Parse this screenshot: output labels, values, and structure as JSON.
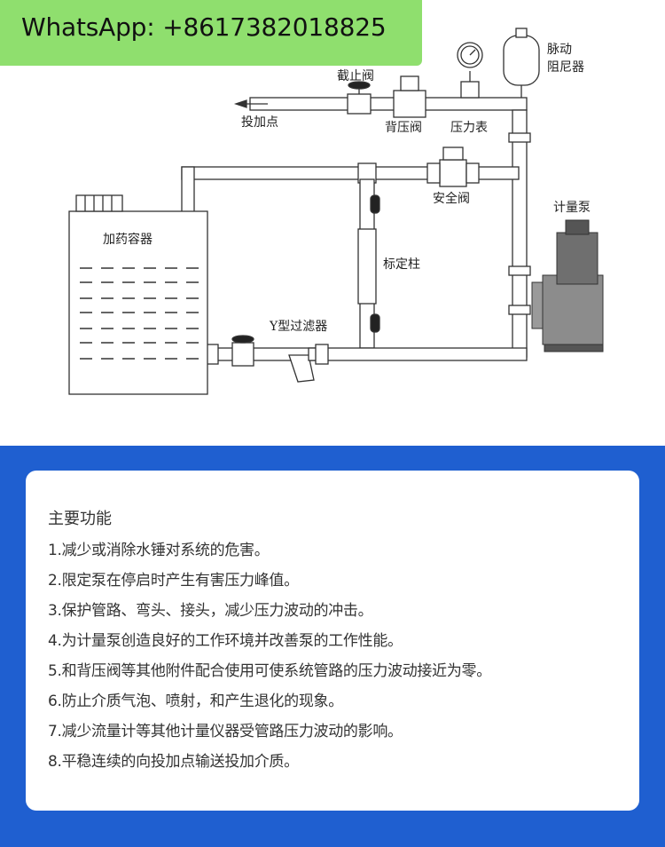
{
  "badge": {
    "text": "WhatsApp: +8617382018825"
  },
  "diagram": {
    "labels": {
      "shutoff_valve": "截止阀",
      "pulsation_damper_1": "脉动",
      "pulsation_damper_2": "阻尼器",
      "dosing_point": "投加点",
      "back_pressure_valve": "背压阀",
      "pressure_gauge": "压力表",
      "safety_valve": "安全阀",
      "metering_pump": "计量泵",
      "dosing_tank": "加药容器",
      "calibration_column": "标定柱",
      "y_filter": "Y型过滤器"
    }
  },
  "info": {
    "title": "主要功能",
    "items": [
      "1.减少或消除水锤对系统的危害。",
      "2.限定泵在停启时产生有害压力峰值。",
      "3.保护管路、弯头、接头，减少压力波动的冲击。",
      "4.为计量泵创造良好的工作环境并改善泵的工作性能。",
      "5.和背压阀等其他附件配合使用可使系统管路的压力波动接近为零。",
      "6.防止介质气泡、喷射，和产生退化的现象。",
      "7.减少流量计等其他计量仪器受管路压力波动的影响。",
      "8.平稳连续的向投加点输送投加介质。"
    ]
  },
  "colors": {
    "section_blue": "#1f5fd0",
    "badge_green": "#8fdf6e"
  }
}
